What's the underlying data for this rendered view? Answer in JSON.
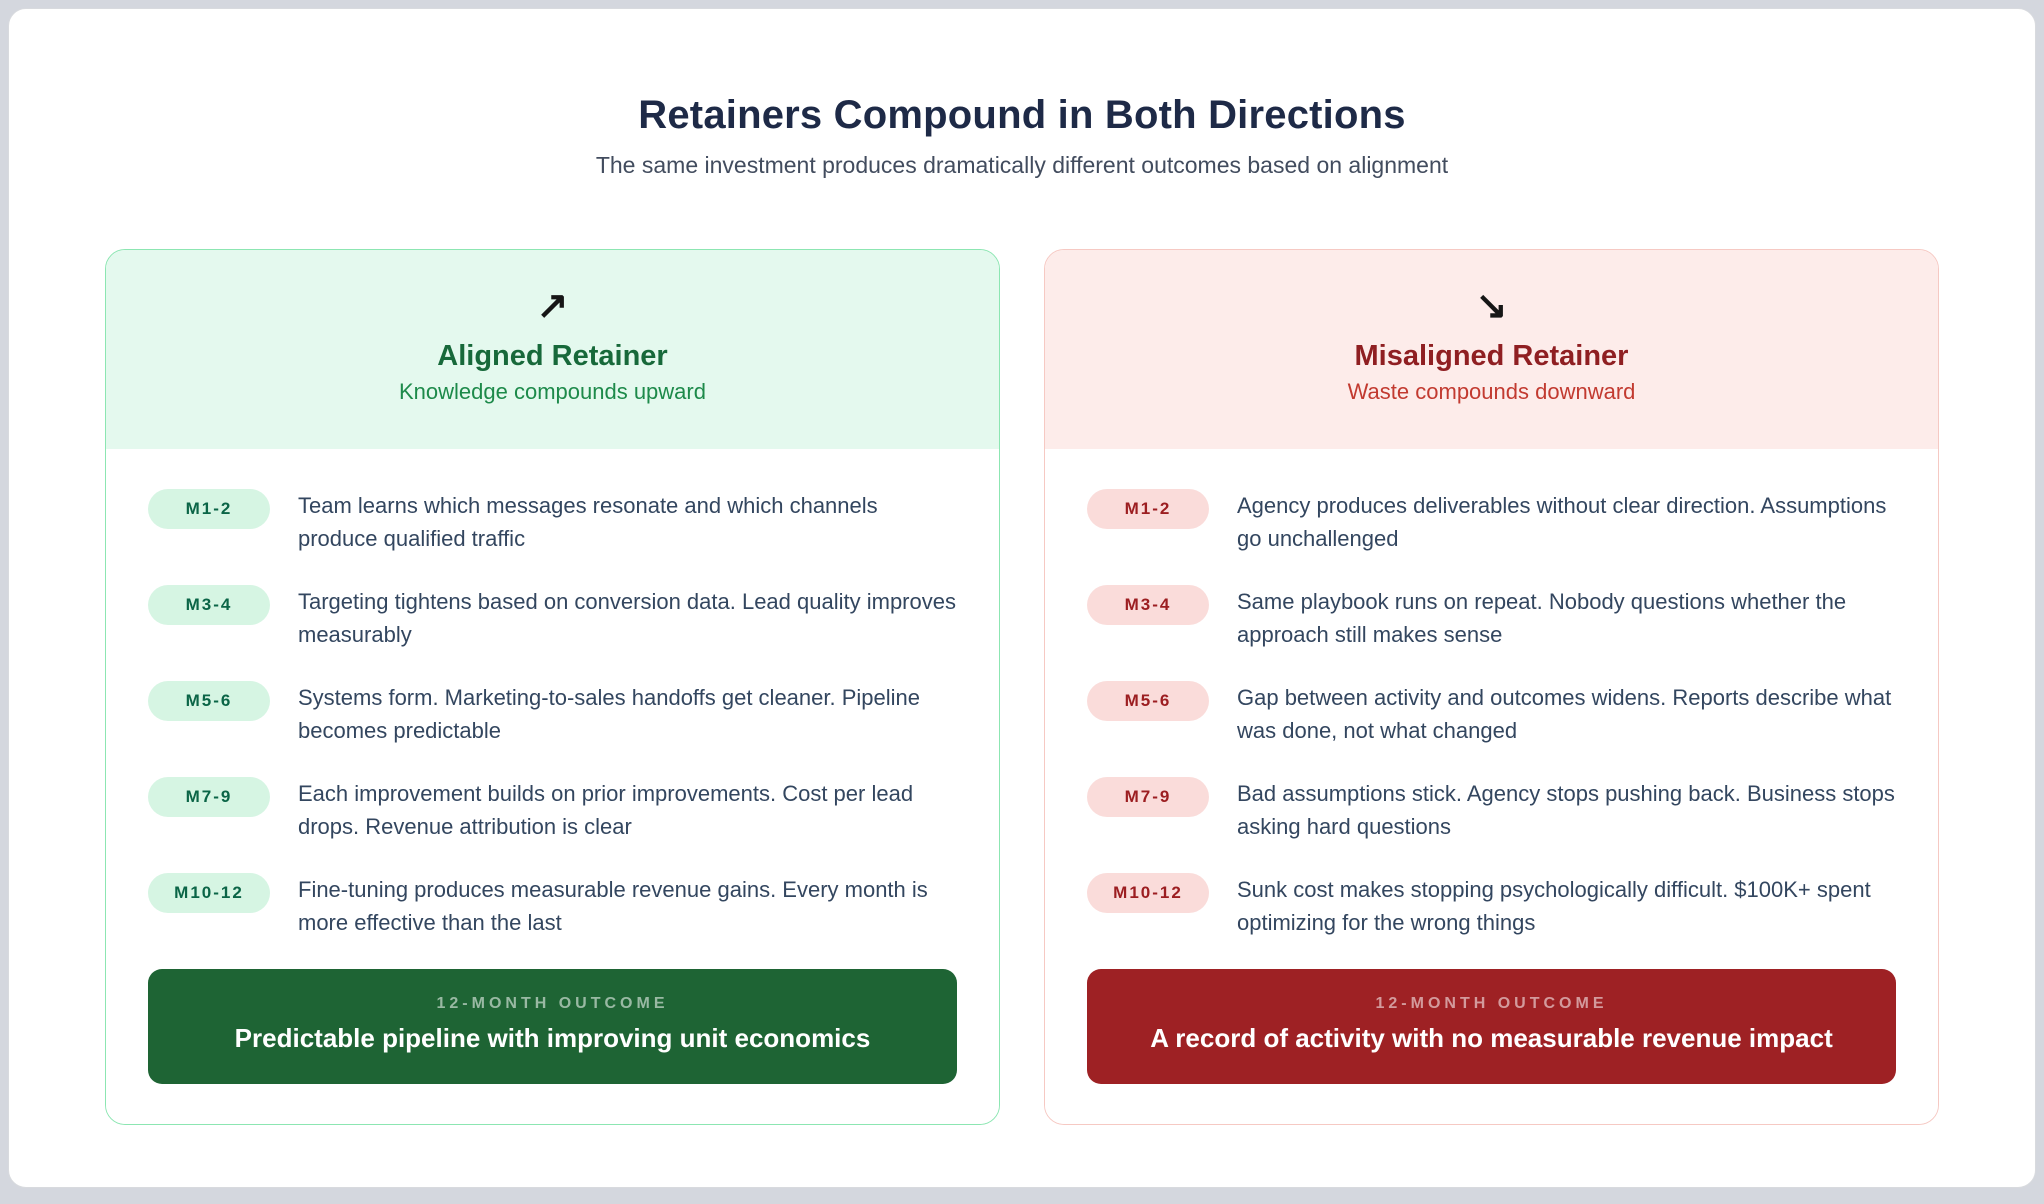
{
  "page": {
    "title": "Retainers Compound in Both Directions",
    "subtitle": "The same investment produces dramatically different outcomes based on alignment"
  },
  "colors": {
    "page_background": "#d4d7de",
    "container_background": "#ffffff",
    "title_navy": "#1e2a47",
    "body_text": "#33465f",
    "green_card_border": "#8ce6b2",
    "green_header_bg": "#e4f9ee",
    "green_title": "#17693a",
    "green_subtitle": "#1d8a4a",
    "green_badge_bg": "#d6f5e3",
    "green_badge_text": "#0b6547",
    "green_outcome_bg": "#1e6434",
    "red_card_border": "#f6c9c3",
    "red_header_bg": "#fdecea",
    "red_title": "#8f1f22",
    "red_subtitle": "#c23a30",
    "red_badge_bg": "#fadcda",
    "red_badge_text": "#9c1e21",
    "red_outcome_bg": "#9e2124"
  },
  "cards": [
    {
      "arrow_icon": "↗",
      "title": "Aligned Retainer",
      "subtitle": "Knowledge compounds upward",
      "milestones": [
        {
          "badge": "M1-2",
          "text": "Team learns which messages resonate and which channels produce qualified traffic"
        },
        {
          "badge": "M3-4",
          "text": "Targeting tightens based on conversion data. Lead quality improves measurably"
        },
        {
          "badge": "M5-6",
          "text": "Systems form. Marketing-to-sales handoffs get cleaner. Pipeline becomes predictable"
        },
        {
          "badge": "M7-9",
          "text": "Each improvement builds on prior improvements. Cost per lead drops. Revenue attribution is clear"
        },
        {
          "badge": "M10-12",
          "text": "Fine-tuning produces measurable revenue gains. Every month is more effective than the last"
        }
      ],
      "outcome_label": "12-MONTH OUTCOME",
      "outcome_text": "Predictable pipeline with improving unit economics"
    },
    {
      "arrow_icon": "↘",
      "title": "Misaligned Retainer",
      "subtitle": "Waste compounds downward",
      "milestones": [
        {
          "badge": "M1-2",
          "text": "Agency produces deliverables without clear direction. Assumptions go unchallenged"
        },
        {
          "badge": "M3-4",
          "text": "Same playbook runs on repeat. Nobody questions whether the approach still makes sense"
        },
        {
          "badge": "M5-6",
          "text": "Gap between activity and outcomes widens. Reports describe what was done, not what changed"
        },
        {
          "badge": "M7-9",
          "text": "Bad assumptions stick. Agency stops pushing back. Business stops asking hard questions"
        },
        {
          "badge": "M10-12",
          "text": "Sunk cost makes stopping psychologically difficult. $100K+ spent optimizing for the wrong things"
        }
      ],
      "outcome_label": "12-MONTH OUTCOME",
      "outcome_text": "A record of activity with no measurable revenue impact"
    }
  ]
}
